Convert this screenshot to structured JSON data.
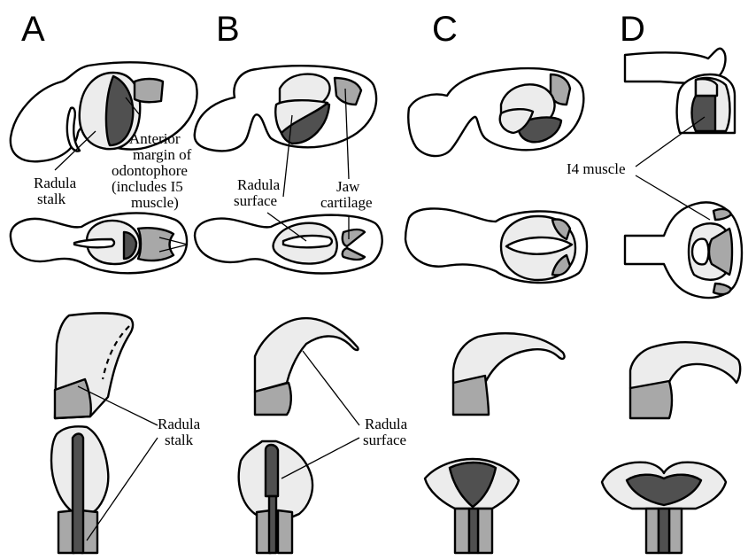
{
  "panels": [
    "A",
    "B",
    "C",
    "D"
  ],
  "labels": {
    "radula_stalk": [
      "Radula",
      "stalk"
    ],
    "anterior_margin": [
      "Anterior",
      "margin of",
      "odontophore",
      "(includes I5",
      "muscle)"
    ],
    "radula_surface": [
      "Radula",
      "surface"
    ],
    "jaw_cartilage": [
      "Jaw",
      "cartilage"
    ],
    "i4_muscle": "I4 muscle",
    "radula_stalk_lower": [
      "Radula",
      "stalk"
    ],
    "radula_surface_lower": [
      "Radula",
      "surface"
    ]
  },
  "colors": {
    "light_tissue": "#ececec",
    "medium_tissue": "#a8a8a8",
    "dark_tissue": "#505050"
  }
}
